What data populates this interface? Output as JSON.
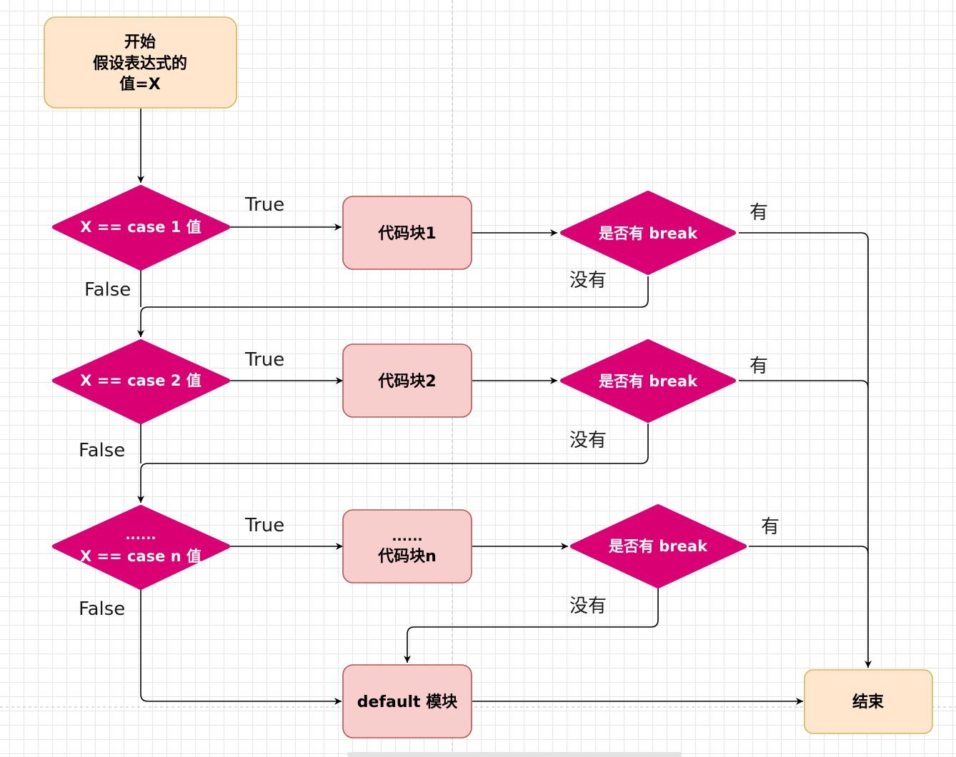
{
  "colors": {
    "start_fill": "#ffe6cc",
    "start_stroke": "#d6b656",
    "decision_fill": "#d80073",
    "decision_text": "#ffffff",
    "block_fill": "#f8cecc",
    "block_stroke": "#b85450",
    "edge": "#000000",
    "guide": "#c0c0c0"
  },
  "nodes": {
    "start": {
      "lines": [
        "开始",
        "假设表达式的",
        "值=X"
      ]
    },
    "case1": {
      "lines": [
        "X == case 1 值"
      ]
    },
    "case2": {
      "lines": [
        "X == case 2 值"
      ]
    },
    "casen": {
      "lines": [
        "......",
        "X == case n 值"
      ]
    },
    "block1": {
      "lines": [
        "代码块1"
      ]
    },
    "block2": {
      "lines": [
        "代码块2"
      ]
    },
    "blockn": {
      "lines": [
        "......",
        "代码块n"
      ]
    },
    "break1": {
      "lines": [
        "是否有 break"
      ]
    },
    "break2": {
      "lines": [
        "是否有 break"
      ]
    },
    "breakn": {
      "lines": [
        "是否有 break"
      ]
    },
    "default": {
      "lines": [
        "default 模块"
      ]
    },
    "end": {
      "lines": [
        "结束"
      ]
    }
  },
  "edge_labels": {
    "true1": "True",
    "true2": "True",
    "truen": "True",
    "false1": "False",
    "false2": "False",
    "falsen": "False",
    "has1": "有",
    "has2": "有",
    "hasn": "有",
    "none1": "没有",
    "none2": "没有",
    "nonen": "没有"
  }
}
